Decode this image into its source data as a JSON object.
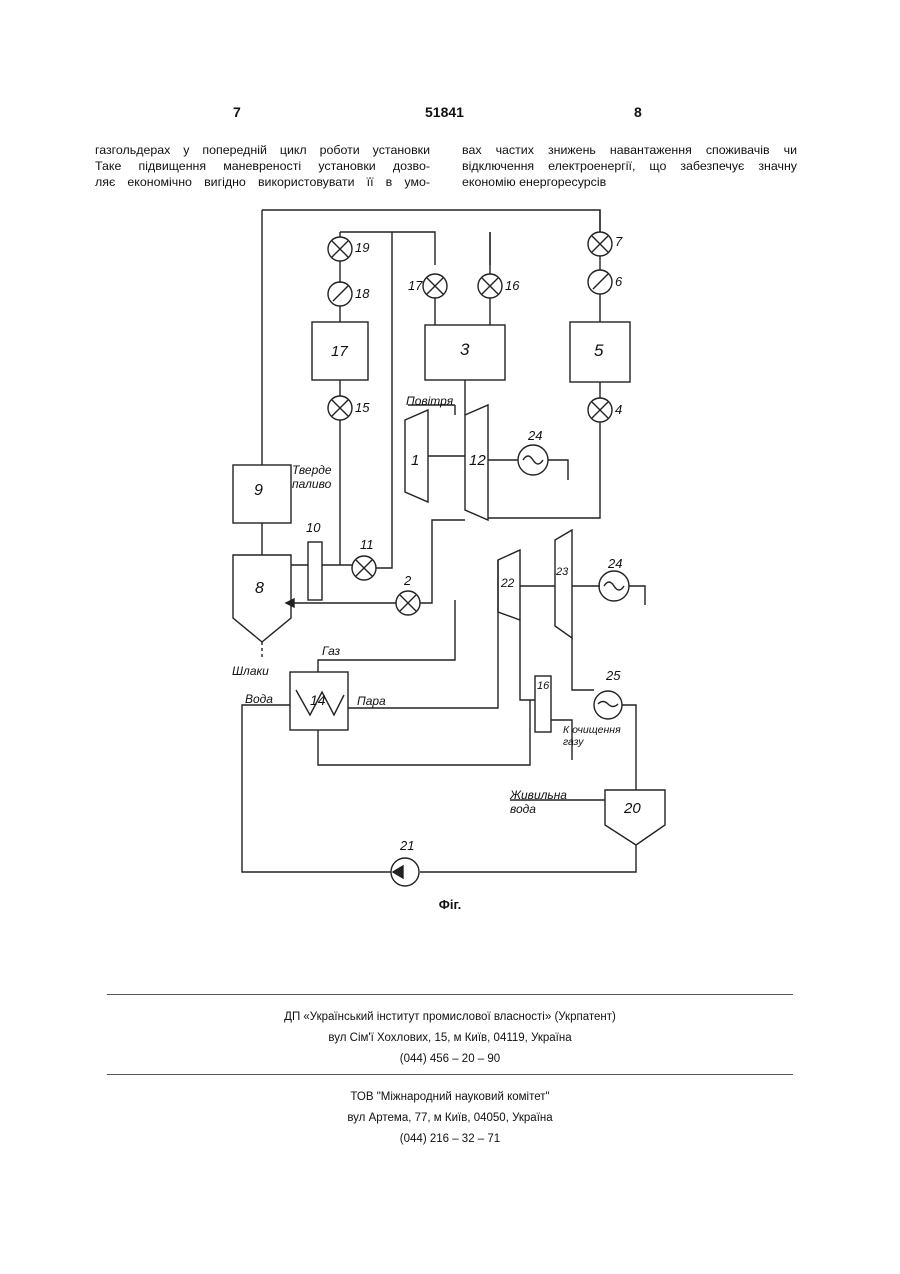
{
  "header": {
    "left_page": "7",
    "patent_number": "51841",
    "right_page": "8"
  },
  "text": {
    "left_col": [
      "газгольдерах у попередній цикл роботи установки",
      "Таке підвищення маневреності установки дозво-",
      "ляє економічно вигідно використовувати її в умо-"
    ],
    "right_col": [
      "вах частих знижень навантаження споживачів чи",
      "відключення електроенергії, що забезпечує значну",
      "економію енергоресурсів"
    ]
  },
  "figure": {
    "caption": "Фіг.",
    "labels": {
      "air": "Повітря",
      "solid_fuel": "Тверде паливо",
      "slag": "Шлаки",
      "water": "Вода",
      "gas": "Газ",
      "steam": "Пара",
      "to_gas_cleaning": "К очищення газу",
      "feed_water": "Живильна вода"
    },
    "numbers": {
      "n1": "1",
      "n2": "2",
      "n3": "3",
      "n4": "4",
      "n5": "5",
      "n6": "6",
      "n7": "7",
      "n8": "8",
      "n9": "9",
      "n10": "10",
      "n11": "11",
      "n12": "12",
      "n14": "14",
      "n15": "15",
      "n16": "16",
      "n17": "17",
      "n18": "18",
      "n19": "19",
      "n20": "20",
      "n21": "21",
      "n22": "22",
      "n23": "23",
      "n24a": "24",
      "n24b": "24",
      "n25": "25",
      "n16b": "16",
      "n17b": "17"
    }
  },
  "footer": {
    "org1": {
      "name": "ДП «Український інститут промислової власності» (Укрпатент)",
      "address": "вул  Сім'ї Хохлових, 15, м  Київ, 04119, Україна",
      "phone": "(044) 456 – 20 –  90"
    },
    "org2": {
      "name": "ТОВ \"Міжнародний науковий комітет\"",
      "address": "вул  Артема, 77, м  Київ, 04050, Україна",
      "phone": "(044) 216 – 32 – 71"
    }
  }
}
